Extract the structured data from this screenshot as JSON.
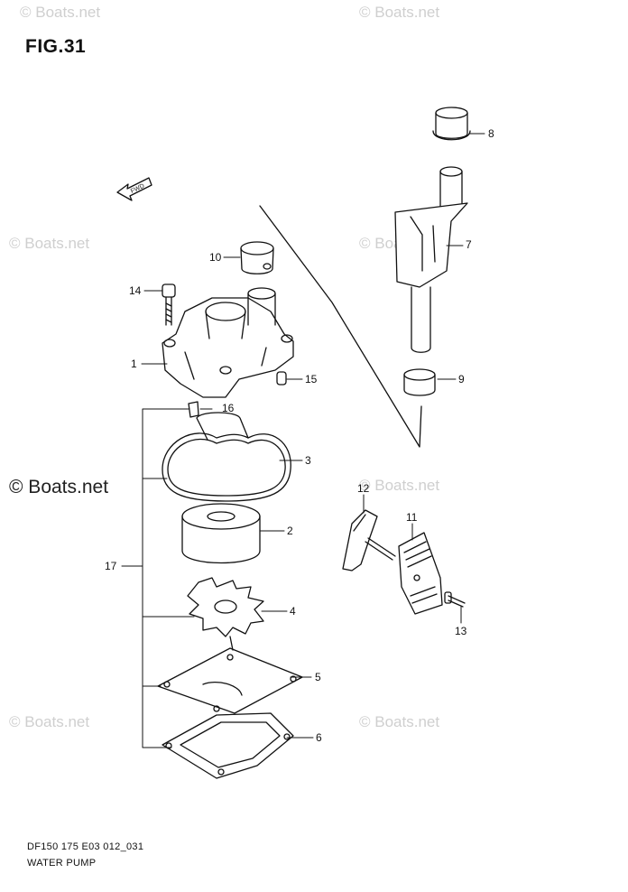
{
  "figure": {
    "title": "FIG.31",
    "code": "DF150 175 E03 012_031",
    "name": "WATER PUMP"
  },
  "watermarks": {
    "small": "© Boats.net",
    "big": "© Boats.net"
  },
  "direction_arrow": {
    "label": "FWD"
  },
  "callouts": [
    {
      "id": "1",
      "label": "1"
    },
    {
      "id": "2",
      "label": "2"
    },
    {
      "id": "3",
      "label": "3"
    },
    {
      "id": "4",
      "label": "4"
    },
    {
      "id": "5",
      "label": "5"
    },
    {
      "id": "6",
      "label": "6"
    },
    {
      "id": "7",
      "label": "7"
    },
    {
      "id": "8",
      "label": "8"
    },
    {
      "id": "9",
      "label": "9"
    },
    {
      "id": "10",
      "label": "10"
    },
    {
      "id": "11",
      "label": "11"
    },
    {
      "id": "12",
      "label": "12"
    },
    {
      "id": "13",
      "label": "13"
    },
    {
      "id": "14",
      "label": "14"
    },
    {
      "id": "15",
      "label": "15"
    },
    {
      "id": "16",
      "label": "16"
    },
    {
      "id": "17",
      "label": "17"
    }
  ]
}
